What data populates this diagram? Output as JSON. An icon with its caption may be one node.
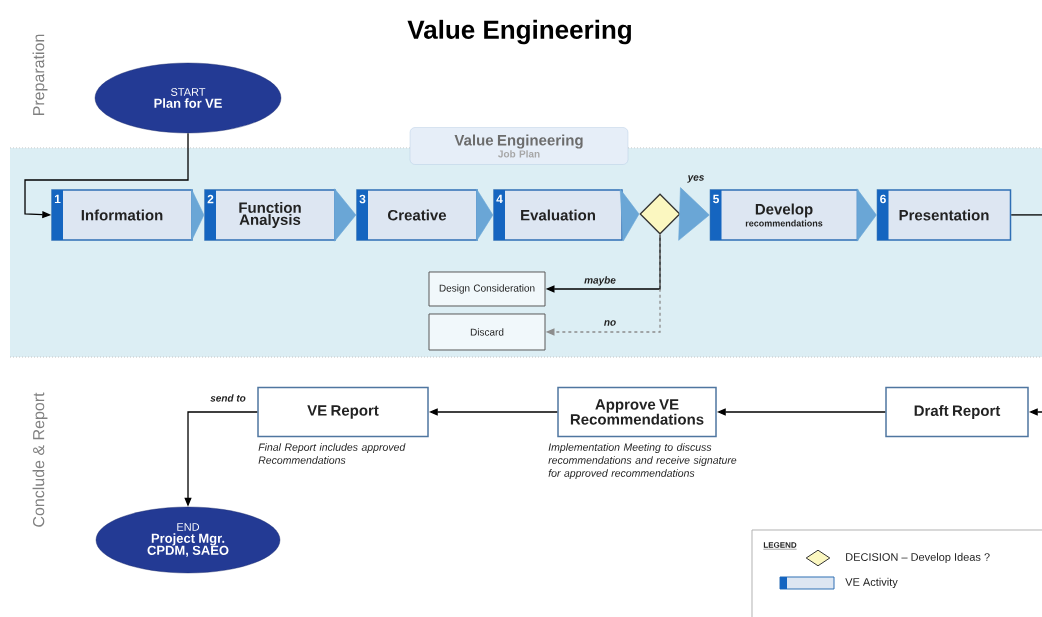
{
  "diagram": {
    "title": "Value Engineering",
    "nodes": [
      {
        "text": [
          "START",
          "Plan for VE"
        ]
      },
      {
        "text": [
          "Value Engineering",
          "Job Plan"
        ]
      },
      {
        "text": [
          "1",
          "Information"
        ]
      },
      {
        "text": [
          "2",
          "Function Analysis"
        ]
      },
      {
        "text": [
          "3",
          "Creative"
        ]
      },
      {
        "text": [
          "4",
          "Evaluation"
        ]
      },
      {
        "text": [],
        "shape": "diamond"
      },
      {
        "text": [
          "5",
          "Develop",
          "recommendations"
        ]
      },
      {
        "text": [
          "6",
          "Presentation"
        ]
      },
      {
        "text": [
          "Design Consideration"
        ]
      },
      {
        "text": [
          "Discard"
        ]
      },
      {
        "text": [
          "Draft Report"
        ]
      },
      {
        "text": [
          "Approve VE Recommendations"
        ],
        "beside": [
          "Implementation Meeting to discuss recommendations and receive signature for approved recommendations"
        ]
      },
      {
        "text": [
          "VE Report"
        ],
        "beside": [
          "Final Report includes approved Recommendations"
        ]
      },
      {
        "text": [
          "END",
          "Project Mgr. CPDM, SAEO"
        ]
      }
    ],
    "edges": [
      {
        "from": 0,
        "to": 2,
        "arrow": "to"
      },
      {
        "from": 2,
        "to": 3,
        "arrow": "to",
        "color": "#6aa6d6"
      },
      {
        "from": 3,
        "to": 4,
        "arrow": "to",
        "color": "#6aa6d6"
      },
      {
        "from": 4,
        "to": 5,
        "arrow": "to",
        "color": "#6aa6d6"
      },
      {
        "from": 5,
        "to": 6,
        "arrow": "to",
        "color": "#6aa6d6"
      },
      {
        "from": 6,
        "to": 7,
        "arrow": "to",
        "label": "yes",
        "color": "#6aa6d6"
      },
      {
        "from": 7,
        "to": 8,
        "arrow": "to",
        "color": "#6aa6d6"
      },
      {
        "from": 6,
        "to": 9,
        "arrow": "to",
        "label": "maybe"
      },
      {
        "from": 6,
        "to": 10,
        "arrow": "to",
        "label": "no",
        "style": "dashed",
        "color": "#8c8c8c"
      },
      {
        "from": 8,
        "to": null,
        "arrow": "none"
      },
      {
        "from": null,
        "to": 11,
        "arrow": "to"
      },
      {
        "from": 11,
        "to": 12,
        "arrow": "to"
      },
      {
        "from": 12,
        "to": 13,
        "arrow": "to"
      },
      {
        "from": 13,
        "to": 14,
        "arrow": "to",
        "label": "send to"
      }
    ],
    "labels": [
      "Preparation",
      "Conclude & Report",
      "LEGEND"
    ],
    "legend": [
      {
        "text": "DECISION – Develop Ideas ?"
      },
      {
        "text": "VE Activity"
      }
    ]
  }
}
